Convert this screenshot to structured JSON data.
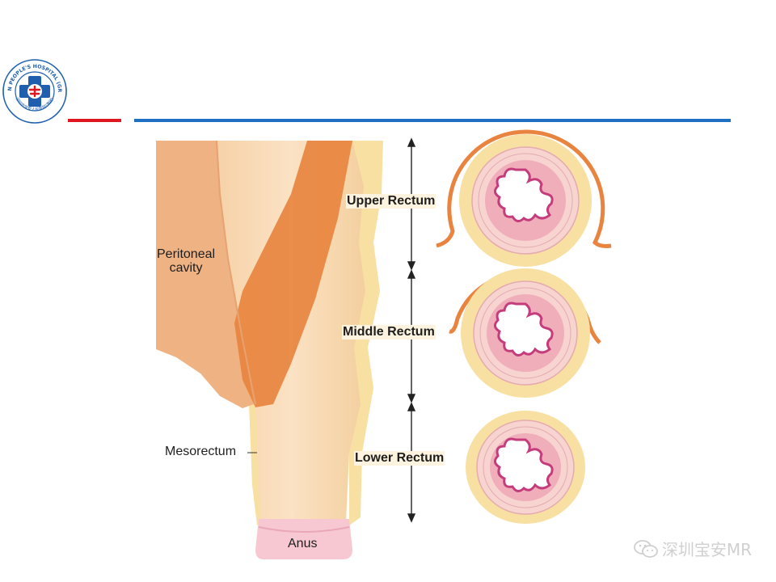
{
  "logo": {
    "arc_text": "BAOAN PEOPLE'S HOSPITAL (GROUP)",
    "inner_text": "深圳市宝安人民医院(集团)"
  },
  "colors": {
    "accent_red": "#e0171e",
    "accent_blue": "#1f6fc4",
    "peritoneum": "#e8843f",
    "mesorectum_fat": "#f8e0a2",
    "mucosa": "#f0aebb"
  },
  "diagram": {
    "labels": {
      "peritoneal_cavity_line1": "Peritoneal",
      "peritoneal_cavity_line2": "cavity",
      "mesorectum": "Mesorectum",
      "anus": "Anus",
      "upper_rectum": "Upper Rectum",
      "middle_rectum": "Middle Rectum",
      "lower_rectum": "Lower Rectum"
    }
  },
  "watermark": {
    "icon": "wechat-icon",
    "text": "深圳宝安MR"
  }
}
